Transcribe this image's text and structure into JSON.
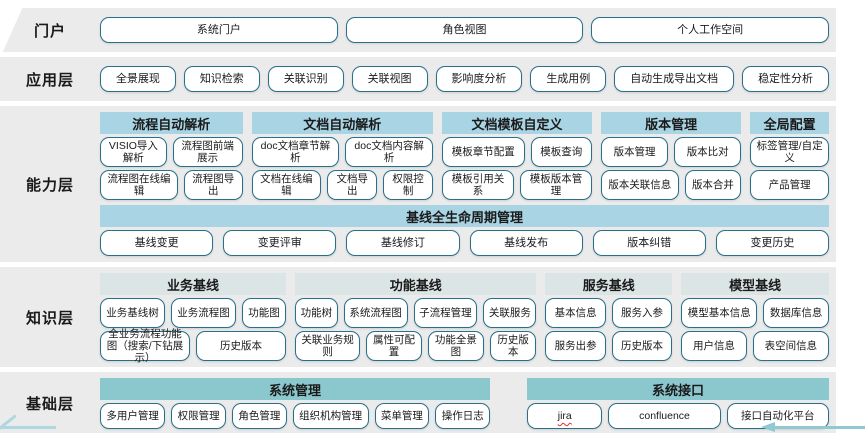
{
  "palette": {
    "band_bg": "#ebebeb",
    "node_border": "#27708c",
    "header_blue": "#a9d4e4",
    "header_gray": "#dce5e5",
    "header_teal": "#8bc8ce",
    "deco_teal": "#8fc9d2",
    "deco_blue": "#aed7e2",
    "squiggle_red": "#e02b2b"
  },
  "layers": [
    {
      "id": "portal",
      "label": "门户",
      "equal": true,
      "buttons": [
        "系统门户",
        "角色视图",
        "个人工作空间"
      ]
    },
    {
      "id": "application",
      "label": "应用层",
      "equal": false,
      "buttons": [
        "全景展现",
        "知识检索",
        "关联识别",
        "关联视图",
        "影响度分析",
        "生成用例",
        "自动生成导出文档",
        "稳定性分析"
      ]
    },
    {
      "id": "capability",
      "label": "能力层",
      "groups": [
        {
          "title": "流程自动解析",
          "style": "blue",
          "flex": "1.9",
          "rows": [
            [
              "VISIO导入解析",
              "流程图前端展示"
            ],
            [
              "流程图在线编辑",
              "流程图导出"
            ]
          ]
        },
        {
          "title": "文档自动解析",
          "style": "blue",
          "flex": "2.42",
          "rows": [
            [
              "doc文档章节解析",
              "doc文档内容解析"
            ],
            [
              "文档在线编辑",
              "文档导出",
              "权限控制"
            ]
          ]
        },
        {
          "title": "文档模板自定义",
          "style": "blue",
          "flex": "2.0",
          "rows": [
            [
              "模板章节配置",
              "模板查询"
            ],
            [
              "模板引用关系",
              "模板版本管理"
            ]
          ]
        },
        {
          "title": "版本管理",
          "style": "blue",
          "flex": "1.87",
          "rows": [
            [
              "版本管理",
              "版本比对"
            ],
            [
              "版本关联信息",
              "版本合并"
            ]
          ]
        },
        {
          "title": "全局配置",
          "style": "blue",
          "flex": "1.05",
          "rows": [
            [
              "标签管理/自定义"
            ],
            [
              "产品管理"
            ]
          ]
        }
      ],
      "baseline": {
        "title": "基线全生命周期管理",
        "items": [
          "基线变更",
          "变更评审",
          "基线修订",
          "基线发布",
          "版本纠错",
          "变更历史"
        ]
      }
    },
    {
      "id": "knowledge",
      "label": "知识层",
      "groups": [
        {
          "title": "业务基线",
          "style": "gray",
          "flex": "1.85",
          "rows": [
            [
              "业务基线树",
              "业务流程图",
              "功能图"
            ],
            [
              {
                "label": "全业务流程功能图（搜索/下钻展示）",
                "flex": "2.1"
              },
              "历史版本"
            ]
          ]
        },
        {
          "title": "功能基线",
          "style": "gray",
          "flex": "2.4",
          "rows": [
            [
              "功能树",
              "系统流程图",
              "子流程管理",
              "关联服务"
            ],
            [
              "关联业务规则",
              "属性可配置",
              "功能全景图",
              "历史版本"
            ]
          ]
        },
        {
          "title": "服务基线",
          "style": "gray",
          "flex": "1.26",
          "rows": [
            [
              "基本信息",
              "服务入参"
            ],
            [
              "服务出参",
              "历史版本"
            ]
          ]
        },
        {
          "title": "模型基线",
          "style": "gray",
          "flex": "1.47",
          "rows": [
            [
              "模型基本信息",
              "数据库信息"
            ],
            [
              "用户信息",
              "表空间信息"
            ]
          ]
        }
      ]
    },
    {
      "id": "foundation",
      "label": "基础层",
      "groups": [
        {
          "title": "系统管理",
          "style": "teal",
          "flex": "3.85",
          "rows": [
            [
              "多用户管理",
              "权限管理",
              "角色管理",
              "组织机构管理",
              "菜单管理",
              "操作日志"
            ]
          ]
        },
        {
          "title": "系统接口",
          "style": "teal",
          "flex": "2.98",
          "gap_before": 28,
          "rows": [
            [
              {
                "label": "jira",
                "squiggle": true
              },
              "confluence",
              {
                "label": "接口自动化平台",
                "flex": "1.8"
              }
            ]
          ]
        }
      ]
    }
  ]
}
